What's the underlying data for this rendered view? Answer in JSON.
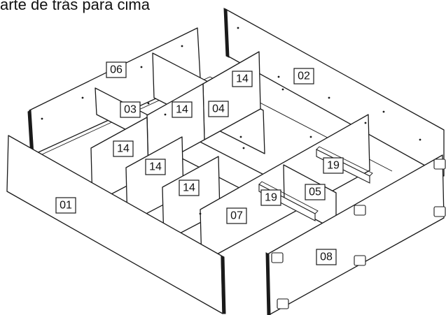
{
  "caption": "arte de trás para cima",
  "parts": {
    "p01": "01",
    "p02": "02",
    "p03": "03",
    "p04": "04",
    "p05": "05",
    "p06": "06",
    "p07": "07",
    "p08": "08",
    "p14_a": "14",
    "p14_b": "14",
    "p14_c": "14",
    "p14_d": "14",
    "p14_e": "14",
    "p19_a": "19",
    "p19_b": "19"
  }
}
